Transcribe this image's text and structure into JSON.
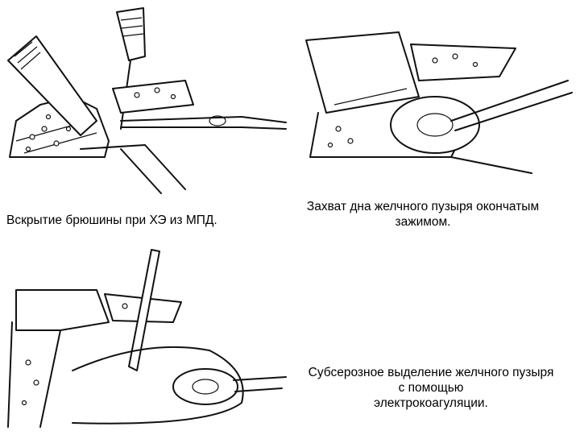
{
  "captions": {
    "panel1": "Вскрытие брюшины при ХЭ из МПД.",
    "panel2_line1": "Захват дна желчного пузыря окончатым",
    "panel2_line2": "зажимом.",
    "panel3_line1": "Субсерозное выделение желчного пузыря",
    "panel3_line2": "с помощью",
    "panel3_line3": "электрокоагуляции."
  }
}
